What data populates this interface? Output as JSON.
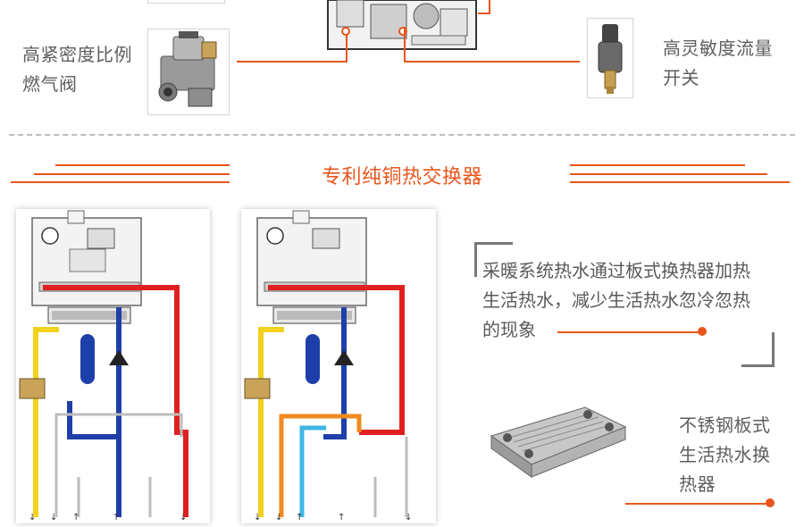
{
  "top": {
    "left_caption_line1": "高紧密度比例",
    "left_caption_line2": "燃气阀",
    "right_caption_line1": "高灵敏度流量",
    "right_caption_line2": "开关"
  },
  "section": {
    "title": "专利纯铜热交换器"
  },
  "description": {
    "line1": "采暖系统热水通过板式换热器加热",
    "line2": "生活热水，减少生活热水忽冷忽热",
    "line3": "的现象"
  },
  "exchanger": {
    "line1": "不锈钢板式",
    "line2": "生活热水换",
    "line3": "热器"
  },
  "colors": {
    "accent": "#e8551c",
    "hot": "#e02020",
    "cold": "#1f3fa8",
    "gas": "#f2d21c",
    "dhw_hot": "#f08a1e",
    "dhw_cold": "#3fb7e6"
  },
  "icons": [
    "gas-valve-image",
    "flow-switch-image",
    "boiler-diagram",
    "plate-heat-exchanger-image"
  ]
}
